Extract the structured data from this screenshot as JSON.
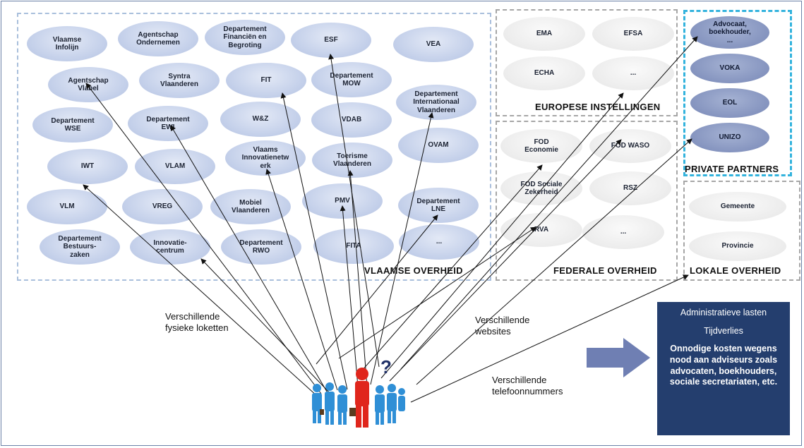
{
  "regions": {
    "vlaams": "VLAAMSE OVERHEID",
    "europa": "EUROPESE INSTELLINGEN",
    "federaal": "FEDERALE OVERHEID",
    "private": "PRIVATE PARTNERS",
    "lokaal": "LOKALE OVERHEID"
  },
  "vlaams_nodes": [
    "Vlaamse\nInfolijn",
    "Agentschap\nOndernemen",
    "Departement\nFinanciën en\nBegroting",
    "ESF",
    "VEA",
    "Agentschap\nVlabel",
    "Syntra\nVlaanderen",
    "FIT",
    "Departement\nMOW",
    "Departement\nInternationaal\nVlaanderen",
    "Departement\nWSE",
    "Departement\nEWI",
    "W&Z",
    "VDAB",
    "OVAM",
    "IWT",
    "VLAM",
    "Vlaams\nInnovatienetw\nerk",
    "Toerisme\nVlaanderen",
    "VLM",
    "VREG",
    "Mobiel\nVlaanderen",
    "PMV",
    "Departement\nLNE",
    "Departement\nBestuurs-\nzaken",
    "Innovatie-\ncentrum",
    "Departement\nRWO",
    "FITA",
    "..."
  ],
  "europa_nodes": [
    "EMA",
    "EFSA",
    "ECHA",
    "..."
  ],
  "federaal_nodes": [
    "FOD\nEconomie",
    "FOD WASO",
    "FOD Sociale\nZekerheid",
    "RSZ",
    "RVA",
    "..."
  ],
  "private_nodes": [
    "Advocaat,\nboekhouder,\n...",
    "VOKA",
    "EOL",
    "UNIZO"
  ],
  "lokaal_nodes": [
    "Gemeente",
    "Provincie"
  ],
  "captions": {
    "loketten": "Verschillende\nfysieke loketten",
    "websites": "Verschillende\nwebsites",
    "telefoon": "Verschillende\ntelefoonnummers"
  },
  "question_mark": "?",
  "consequences": {
    "line1": "Administratieve lasten",
    "line2": "Tijdverlies",
    "line3": "Onnodige kosten wegens nood aan adviseurs zoals advocaten, boekhouders, sociale secretariaten, etc."
  },
  "colors": {
    "vlaams_oval": "#c4d0ea",
    "grey_oval": "#ececec",
    "private_oval": "#8594bf",
    "private_border": "#33b3dd",
    "consequence_box": "#243e6e",
    "arrow": "#6f7fb3"
  },
  "icons": {
    "people": "group-of-people-icon",
    "arrow": "right-arrow-icon"
  }
}
